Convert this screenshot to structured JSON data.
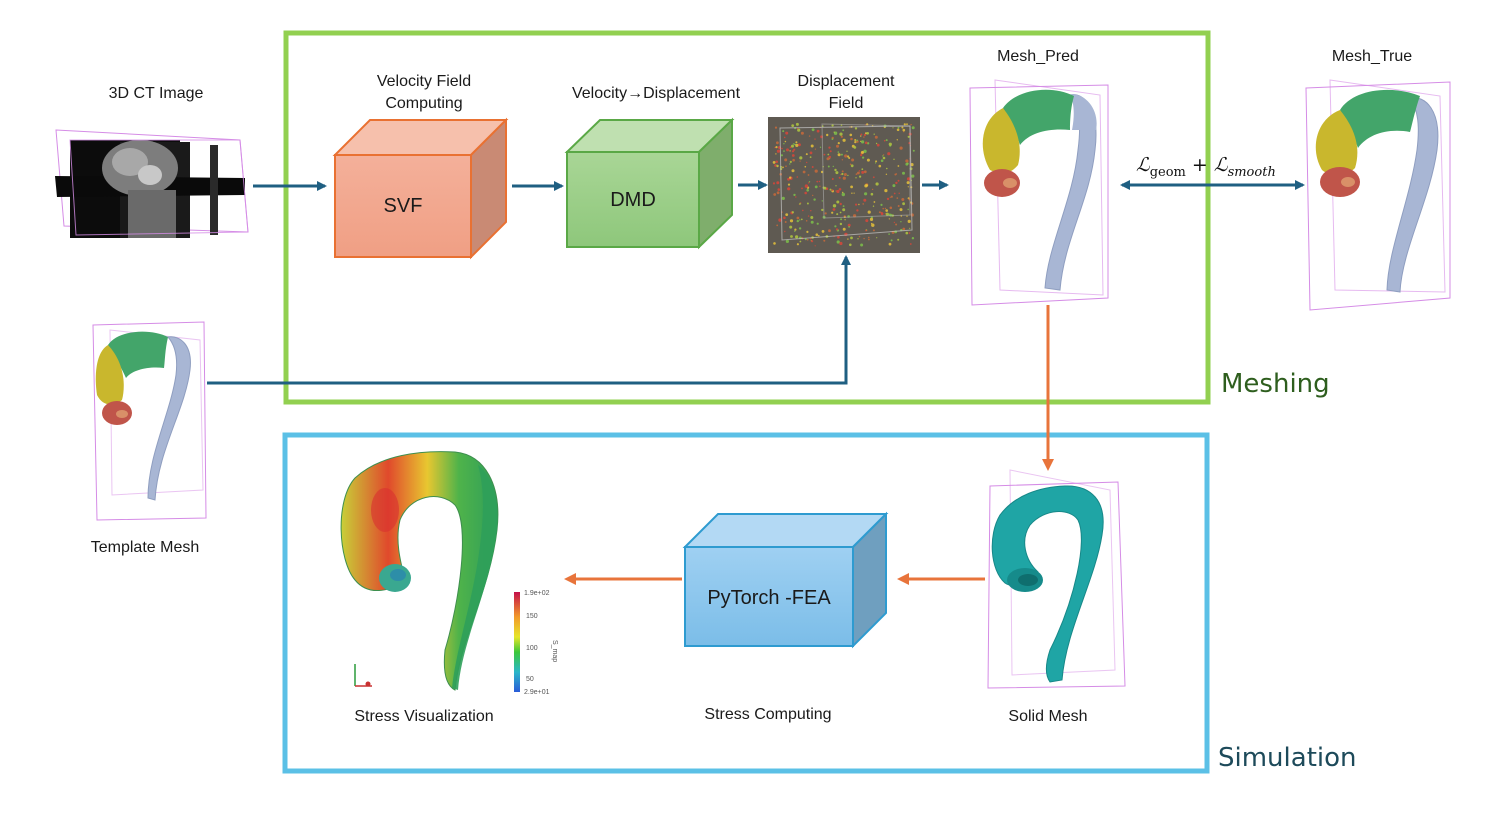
{
  "figure": {
    "sections": {
      "meshing": {
        "label": "Meshing",
        "color": "#92d050",
        "text_color": "#2e5e1e"
      },
      "simulation": {
        "label": "Simulation",
        "color": "#5bc0e6",
        "text_color": "#1d4a5a"
      }
    },
    "inputs": {
      "ct_image": {
        "label": "3D CT Image"
      },
      "template_mesh": {
        "label": "Template Mesh"
      }
    },
    "modules": {
      "svf": {
        "title_line1": "Velocity Field",
        "title_line2": "Computing",
        "box_label": "SVF",
        "color": "#f4a58a"
      },
      "dmd": {
        "title": "Velocity→Displacement",
        "box_label": "DMD",
        "color": "#9fd08a"
      },
      "displacement_field": {
        "title_line1": "Displacement",
        "title_line2": "Field"
      },
      "mesh_pred": {
        "title": "Mesh_Pred"
      },
      "mesh_true": {
        "title": "Mesh_True"
      },
      "fea": {
        "box_label": "PyTorch -FEA",
        "caption": "Stress Computing",
        "color": "#8cc4ec"
      },
      "solid_mesh": {
        "caption": "Solid Mesh"
      },
      "stress_vis": {
        "caption": "Stress Visualization"
      }
    },
    "loss": {
      "symbol": "ℒ",
      "term1_sub": "geom",
      "plus": "+",
      "term2_sub": "smooth"
    },
    "colorbar": {
      "field_name": "S_map",
      "max_label": "1.9e+02",
      "min_label": "2.9e+01",
      "ticks": [
        "150",
        "100",
        "50"
      ]
    },
    "arrow_colors": {
      "flow": "#1f5f82",
      "sim": "#e8743b"
    }
  }
}
